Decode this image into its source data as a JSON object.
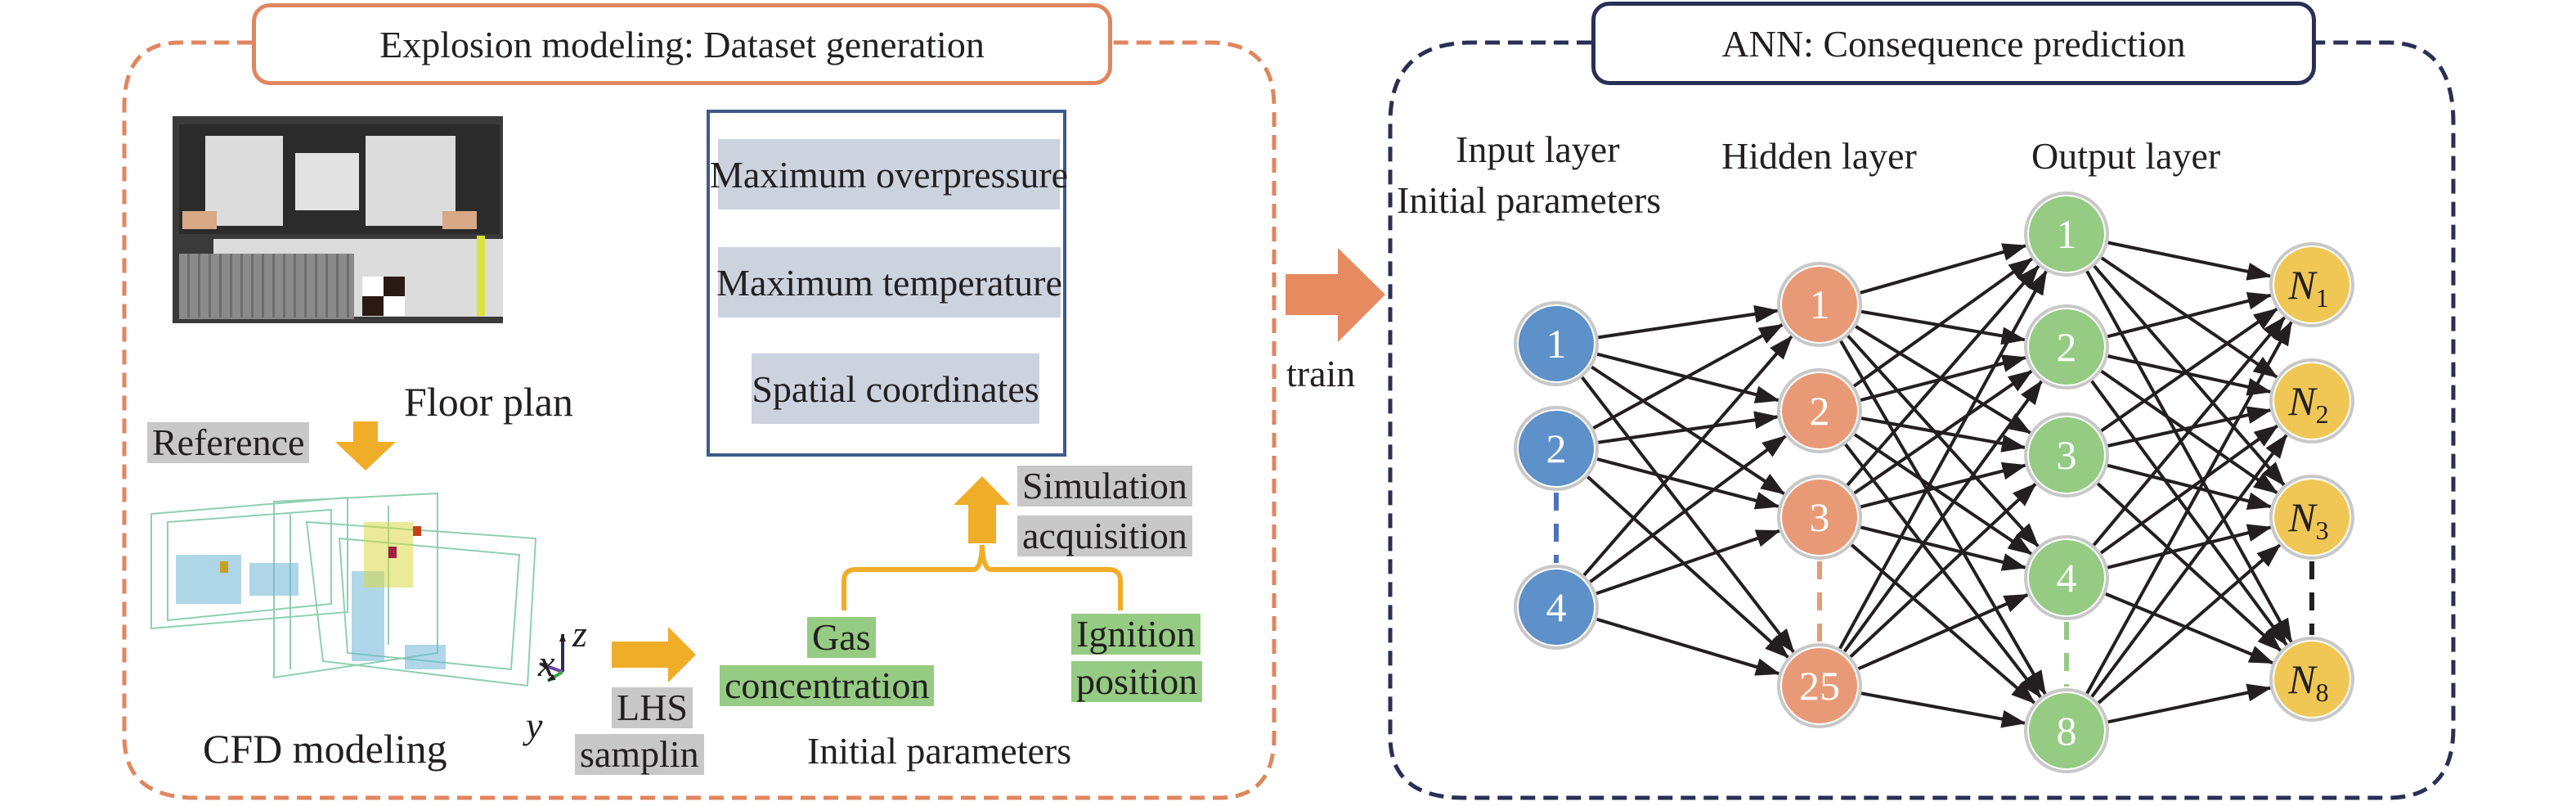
{
  "left_panel": {
    "title": "Explosion modeling: Dataset generation",
    "border_color": "#e0865f",
    "floor_plan_label": "Floor plan",
    "reference_label": "Reference",
    "cfd_label": "CFD modeling",
    "axes": {
      "x": "x",
      "y": "y",
      "z": "z"
    },
    "lhs_label_line1": "LHS",
    "lhs_label_line2": "samplin",
    "initial_params_label": "Initial parameters",
    "param_gas_line1": "Gas",
    "param_gas_line2": "concentration",
    "param_ignition_line1": "Ignition",
    "param_ignition_line2": "position",
    "simulation_line1": "Simulation",
    "simulation_line2": "acquisition",
    "outputs": [
      "Maximum overpressure",
      "Maximum temperature",
      "Spatial coordinates"
    ],
    "arrow_color": "#f0ad28"
  },
  "connector": {
    "label": "train",
    "arrow_color": "#e68a5f"
  },
  "right_panel": {
    "title": "ANN: Consequence prediction",
    "border_color": "#2a2f55",
    "input_layer_label_line1": "Input layer",
    "input_layer_label_line2": "Initial parameters",
    "hidden_layer_label": "Hidden layer",
    "output_layer_label": "Output layer",
    "layers": [
      {
        "name": "input",
        "color": "#5e90c9",
        "dash_color": "#4d72c0",
        "nodes": [
          "1",
          "2",
          "4"
        ],
        "ellipsis_after": 1
      },
      {
        "name": "hidden1",
        "color": "#e89a77",
        "dash_color": "#e89a77",
        "nodes": [
          "1",
          "2",
          "3",
          "25"
        ],
        "ellipsis_after": 2
      },
      {
        "name": "hidden2",
        "color": "#95cb83",
        "dash_color": "#95cb83",
        "nodes": [
          "1",
          "2",
          "3",
          "4",
          "8"
        ],
        "ellipsis_after": 3
      },
      {
        "name": "output",
        "color": "#f0c755",
        "dash_color": "#231f20",
        "nodes": [
          "N1",
          "N2",
          "N3",
          "N8"
        ],
        "ellipsis_after": 2
      }
    ]
  }
}
